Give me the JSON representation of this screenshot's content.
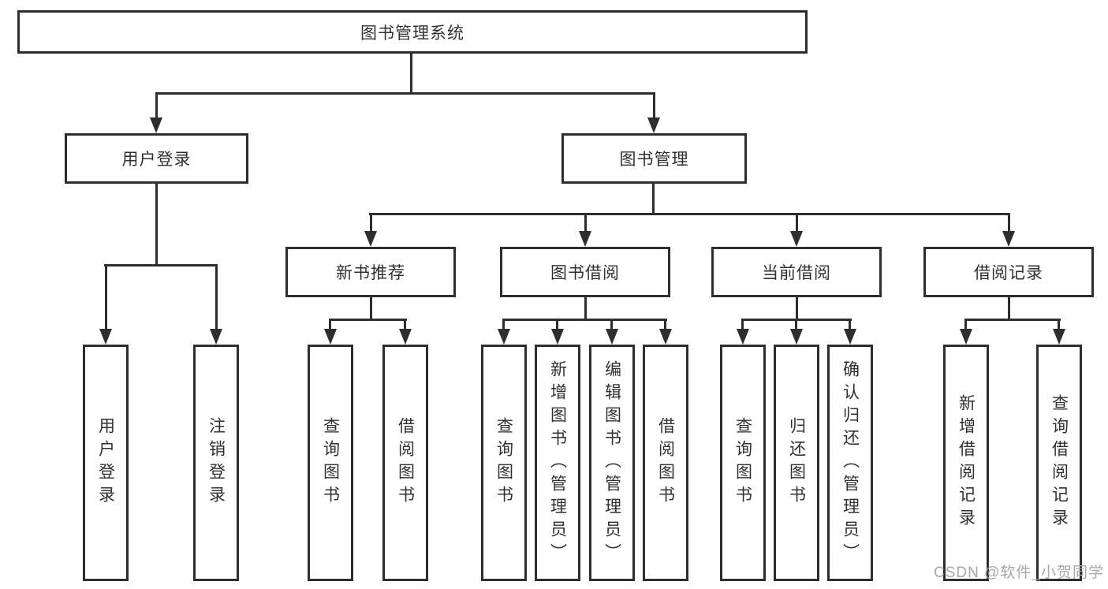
{
  "tree": {
    "root": "图书管理系统",
    "level2": [
      "用户登录",
      "图书管理"
    ],
    "level3": [
      "新书推荐",
      "图书借阅",
      "当前借阅",
      "借阅记录"
    ],
    "leaves": [
      [
        "用户登录",
        "注销登录"
      ],
      [
        "查询图书",
        "借阅图书"
      ],
      [
        "查询图书",
        "新增图书（管理员）",
        "编辑图书（管理员）",
        "借阅图书"
      ],
      [
        "查询图书",
        "归还图书",
        "确认归还（管理员）"
      ],
      [
        "新增借阅记录",
        "查询借阅记录"
      ]
    ]
  },
  "watermark": "CSDN @软件_小贺同学",
  "colors": {
    "line": "#2e2e2e",
    "text": "#303030",
    "watermark": "#a8a8a8",
    "background": "#ffffff"
  }
}
